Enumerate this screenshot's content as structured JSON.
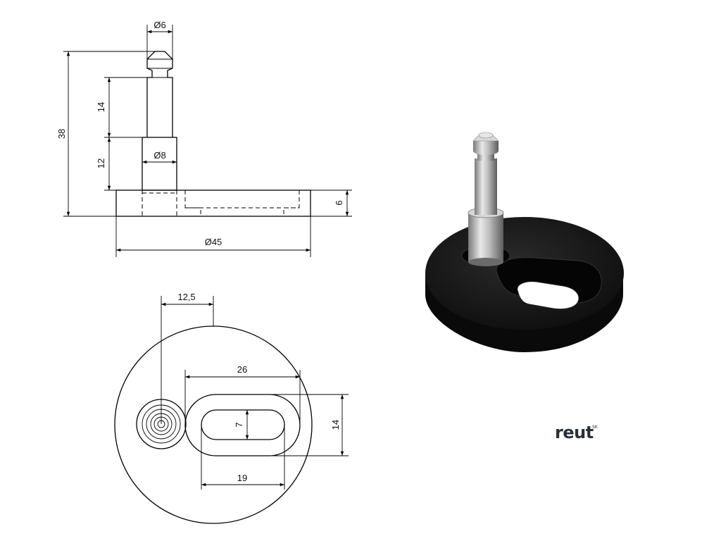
{
  "front_view": {
    "dim_d6": "Ø6",
    "dim_d8": "Ø8",
    "dim_d45": "Ø45",
    "dim_38": "38",
    "dim_14": "14",
    "dim_12": "12",
    "dim_6": "6"
  },
  "top_view": {
    "dim_12_5": "12,5",
    "dim_26": "26",
    "dim_7": "7",
    "dim_14": "14",
    "dim_19": "19"
  },
  "brand": {
    "name": "reut",
    "suffix": "SK",
    "color": "#2b2f36"
  },
  "render": {
    "base_color": "#111111",
    "pin_color": "#c8c8c8"
  }
}
